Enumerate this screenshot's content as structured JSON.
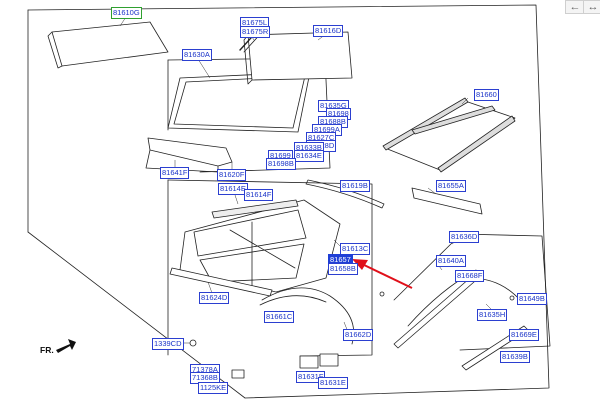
{
  "nav": {
    "back_glyph": "←",
    "forward_glyph": "↔"
  },
  "direction_label": "FR.",
  "callouts": {
    "c81610G": "81610G",
    "c81675L": "81675L",
    "c81675R": "81675R",
    "c81616D": "81616D",
    "c81630A": "81630A",
    "c81635G": "81635G",
    "c81698": "81698",
    "c81688B": "81688B",
    "c81699A": "81699A",
    "c81627C": "81627C",
    "c81628D": "81628D",
    "c81699": "81699",
    "c81633B": "81633B",
    "c81634E": "81634E",
    "c81698B": "81698B",
    "c81660": "81660",
    "c81641F": "81641F",
    "c81620F": "81620F",
    "c81655A": "81655A",
    "c81614E": "81614E",
    "c81614F": "81614F",
    "c81619B": "81619B",
    "c81613C": "81613C",
    "c81657": "81657",
    "c81658B": "81658B",
    "c81636D": "81636D",
    "c81640A": "81640A",
    "c81668F": "81668F",
    "c81624D": "81624D",
    "c81661C": "81661C",
    "c81649B": "81649B",
    "c81635H": "81635H",
    "c81669E": "81669E",
    "c81662D": "81662D",
    "c81639B": "81639B",
    "c1339CD": "1339CD",
    "c71378A": "71378A",
    "c71368B": "71368B",
    "c1125KE": "1125KE",
    "c81631F": "81631F",
    "c81631E": "81631E"
  },
  "colors": {
    "callout_text": "#1a33c8",
    "callout_border": "#2b3fd0",
    "highlight": "#1f3fd6",
    "arrow": "#e0101a",
    "line_art": "#222222"
  }
}
